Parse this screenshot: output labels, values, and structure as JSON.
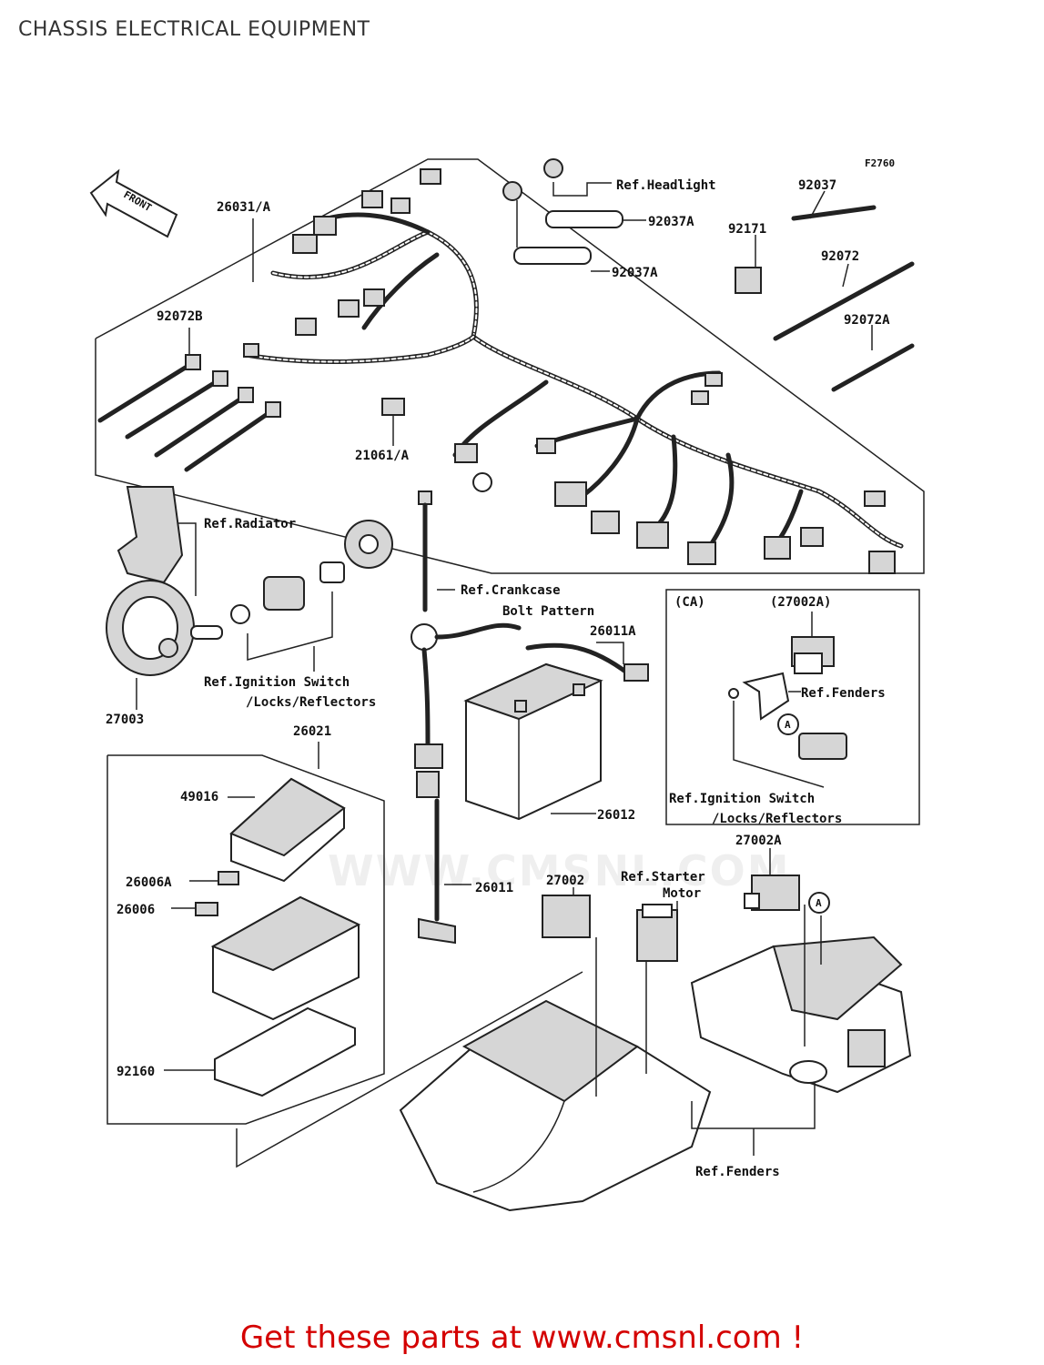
{
  "header": {
    "title": "CHASSIS ELECTRICAL EQUIPMENT"
  },
  "diagram": {
    "figure_code": "F2760",
    "front_label": "FRONT",
    "callout_a": "A",
    "section_ca": "(CA)",
    "labels": {
      "p26031A": "26031/A",
      "ref_headlight": "Ref.Headlight",
      "p92037": "92037",
      "p92171": "92171",
      "p92072": "92072",
      "p92072A": "92072A",
      "p92072B": "92072B",
      "p92037A_1": "92037A",
      "p92037A_2": "92037A",
      "p21061A": "21061/A",
      "ref_radiator": "Ref.Radiator",
      "ref_crankcase_1": "Ref.Crankcase",
      "ref_crankcase_2": "Bolt Pattern",
      "p26011A": "26011A",
      "p27002A_paren": "(27002A)",
      "ref_fenders_1": "Ref.Fenders",
      "ref_ignition_1a": "Ref.Ignition Switch",
      "ref_ignition_1b": "/Locks/Reflectors",
      "ref_ignition_2a": "Ref.Ignition Switch",
      "ref_ignition_2b": "/Locks/Reflectors",
      "p27003": "27003",
      "p26021": "26021",
      "p49016": "49016",
      "p26012": "26012",
      "p27002A": "27002A",
      "p26006A": "26006A",
      "p26006": "26006",
      "p26011": "26011",
      "p27002": "27002",
      "ref_starter_1": "Ref.Starter",
      "ref_starter_2": "Motor",
      "p92160": "92160",
      "ref_fenders_2": "Ref.Fenders"
    }
  },
  "watermark": {
    "text": "WWW.CMSNL.COM"
  },
  "footer": {
    "text": "Get these parts at www.cmsnl.com !"
  }
}
